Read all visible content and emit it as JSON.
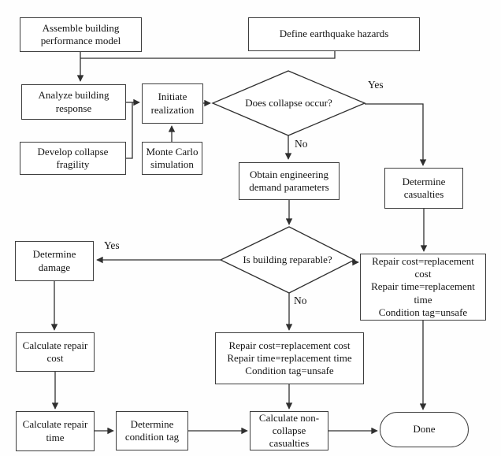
{
  "diagram": {
    "nodes": {
      "assemble_model": {
        "label": "Assemble building\nperformance model"
      },
      "define_hazards": {
        "label": "Define earthquake hazards"
      },
      "analyze_response": {
        "label": "Analyze building\nresponse"
      },
      "initiate_realization": {
        "label": "Initiate\nrealization"
      },
      "develop_fragility": {
        "label": "Develop collapse\nfragility"
      },
      "monte_carlo": {
        "label": "Monte Carlo\nsimulation"
      },
      "collapse_decision": {
        "label": "Does collapse occur?"
      },
      "obtain_edp": {
        "label": "Obtain engineering\ndemand parameters"
      },
      "determine_casualties": {
        "label": "Determine\ncasualties"
      },
      "reparable_decision": {
        "label": "Is building reparable?"
      },
      "determine_damage": {
        "label": "Determine\ndamage"
      },
      "collapse_consequences": {
        "label": "Repair cost=replacement\ncost\nRepair time=replacement\ntime\nCondition tag=unsafe"
      },
      "calculate_repair_cost": {
        "label": "Calculate repair\ncost"
      },
      "irreparable_consequences": {
        "label": "Repair cost=replacement cost\nRepair time=replacement time\nCondition tag=unsafe"
      },
      "calculate_repair_time": {
        "label": "Calculate repair\ntime"
      },
      "determine_condition_tag": {
        "label": "Determine\ncondition tag"
      },
      "calculate_noncollapse_casualties": {
        "label": "Calculate non-\ncollapse\ncasualties"
      },
      "done": {
        "label": "Done"
      }
    },
    "edge_labels": {
      "collapse_yes": "Yes",
      "collapse_no": "No",
      "reparable_yes": "Yes",
      "reparable_no": "No"
    },
    "colors": {
      "line": "#2f2f2f",
      "box_border": "#3e3e3e",
      "text": "#141414",
      "background": "#fefefe"
    }
  }
}
